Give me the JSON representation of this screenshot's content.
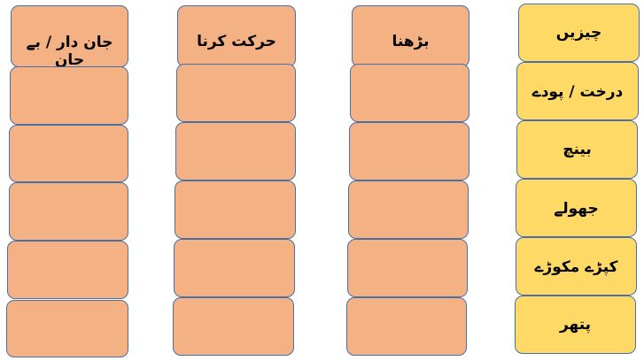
{
  "columns": [
    {
      "header": "جان دار / بے جان",
      "blank_rows": 5
    },
    {
      "header": "حرکت کرنا",
      "blank_rows": 5
    },
    {
      "header": "بڑھنا",
      "blank_rows": 5
    }
  ],
  "things": {
    "header": "چیزیں",
    "items": [
      "درخت / پودے",
      "بینچ",
      "جھولے",
      "کپڑے مکوڑے",
      "پتھر"
    ]
  },
  "colors": {
    "orange": "#f4b183",
    "yellow": "#ffd966",
    "border": "#4a6fa5"
  }
}
